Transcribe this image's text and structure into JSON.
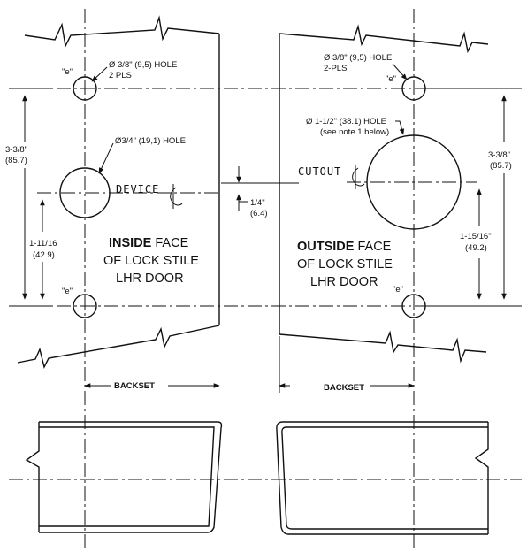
{
  "left": {
    "hole_e_label": "\"e\"",
    "hole_e_label_bottom": "\"e\"",
    "hole_small_line1": "Ø 3/8\" (9,5) HOLE",
    "hole_small_line2": "2 PLS",
    "hole_main": "Ø3/4\" (19,1) HOLE",
    "centerline_label": "DEVICE",
    "dim_total_a": "3-3/8\"",
    "dim_total_b": "(85.7)",
    "dim_lower_a": "1-11/16",
    "dim_lower_b": "(42.9)",
    "title_bold": "INSIDE",
    "title_rest": " FACE",
    "title_line2": "OF LOCK STILE",
    "title_line3": "LHR DOOR",
    "backset": "BACKSET"
  },
  "middle": {
    "offset_a": "1/4\"",
    "offset_b": "(6.4)"
  },
  "right": {
    "hole_e_label": "\"e\"",
    "hole_e_label_bottom": "\"e\"",
    "hole_small_line1": "Ø 3/8\" (9,5) HOLE",
    "hole_small_line2": "2-PLS",
    "hole_main_line1": "Ø 1-1/2\" (38.1) HOLE",
    "hole_main_line2": "(see note 1 below)",
    "centerline_label": "CUTOUT",
    "dim_total_a": "3-3/8\"",
    "dim_total_b": "(85.7)",
    "dim_lower_a": "1-15/16\"",
    "dim_lower_b": "(49.2)",
    "title_bold": "OUTSIDE",
    "title_rest": " FACE",
    "title_line2": "OF LOCK STILE",
    "title_line3": "LHR DOOR",
    "backset": "BACKSET"
  }
}
